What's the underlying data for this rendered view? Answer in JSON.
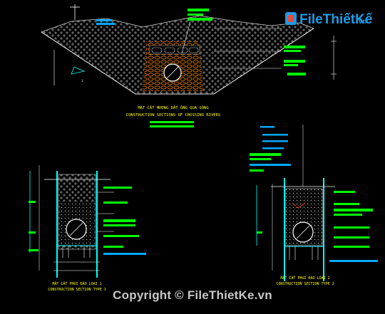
{
  "watermark": {
    "logo_text": "FileThiếtKế",
    "logo_domain": ".vn",
    "copyright": "Copyright © FileThietKe.vn"
  },
  "top_section": {
    "title_vn": "MẶT CẮT MƯƠNG ĐẤT ỐNG QUA SÔNG",
    "title_en": "CONSTRUCTION SECTIONS OF CROSSING RIVERS"
  },
  "bottom_left_section": {
    "title_vn": "MẶT CẮT PHUI ĐÀO LOẠI 1",
    "title_en": "CONSTRUCTION SECTION TYPE 1"
  },
  "bottom_right_section": {
    "title_vn": "MẶT CẮT PHUI ĐÀO LOẠI 2",
    "title_en": "CONSTRUCTION SECTION TYPE 2"
  },
  "colors": {
    "background": "#000000",
    "green_label": "#00ff00",
    "cyan_line": "#00ffff",
    "white_line": "#ffffff",
    "yellow_text": "#ffff00",
    "red_text": "#ff3030",
    "brand_blue": "#1e9be6"
  }
}
